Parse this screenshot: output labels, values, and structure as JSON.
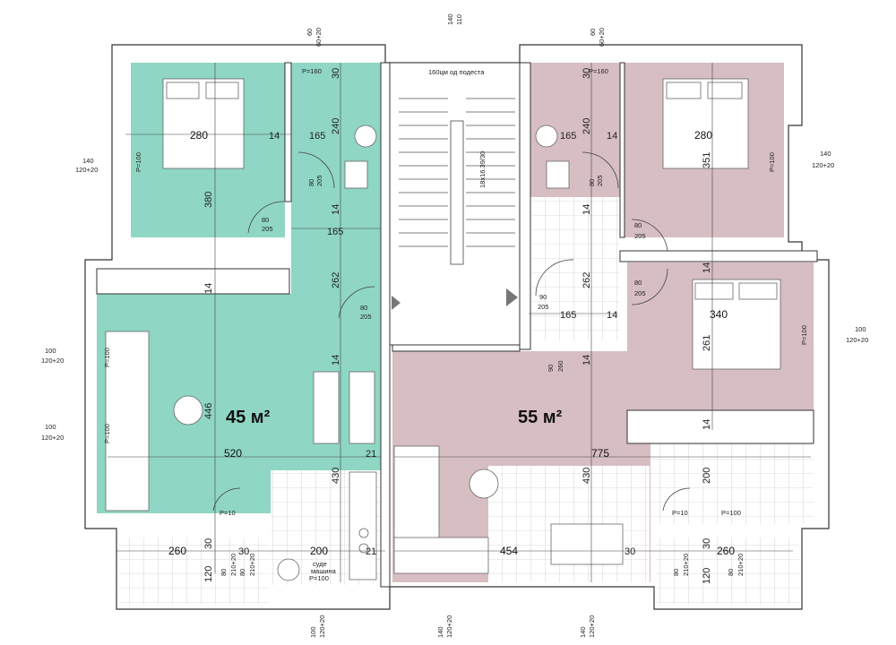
{
  "colors": {
    "apartment_left": "#8fd6c4",
    "apartment_right": "#d7bec2",
    "wall": "#ffffff",
    "outline": "#333333"
  },
  "areas": {
    "left": "45 м²",
    "right": "55 м²"
  },
  "stair": {
    "note": "160цм од подеста",
    "steps": "18x16.39/30"
  },
  "labels": {
    "sudo": "суде",
    "sudo2": "машина",
    "p100_bottom": "P=100",
    "p160_left": "P=160",
    "p160_right": "P=160",
    "p10_left": "P=10",
    "p10_right": "P=10",
    "p100_right_balcony": "P=100",
    "p100_left_bed": "P=100",
    "p100_right_bed": "P=100",
    "p100_liv1": "P=100",
    "p100_liv2": "P=100",
    "p100_room3": "P=100"
  },
  "window_dims": {
    "top_left": [
      "60",
      "60+20"
    ],
    "top_mid": [
      "140",
      "110"
    ],
    "top_right": [
      "60",
      "60+20"
    ],
    "left_upper": [
      "140",
      "120+20"
    ],
    "left_mid": [
      "100",
      "120+20"
    ],
    "left_low": [
      "100",
      "120+20"
    ],
    "right_upper": [
      "140",
      "120+20"
    ],
    "right_mid": [
      "100",
      "120+20"
    ],
    "bottom_left": [
      "100",
      "120+20"
    ],
    "bottom_mid": [
      "140",
      "120+20"
    ],
    "bottom_right": [
      "140",
      "120+20"
    ]
  },
  "doors": {
    "bath_left": [
      "80",
      "205"
    ],
    "bed_left": [
      "80",
      "205"
    ],
    "entry_left": [
      "80",
      "205"
    ],
    "bath_right": [
      "80",
      "205"
    ],
    "bed_right": [
      "80",
      "205"
    ],
    "room3": [
      "80",
      "205"
    ],
    "entry_right": [
      "90",
      "205"
    ],
    "liv_right": [
      "90",
      "260"
    ],
    "balc_left": [
      "80",
      "210+20"
    ],
    "balc_right": [
      "80",
      "210+20"
    ],
    "balc_left2": [
      "80",
      "210+20"
    ],
    "balc_right2": [
      "80",
      "210+20"
    ]
  },
  "dimensions": {
    "d280_l": "280",
    "d14_a": "14",
    "d165_a": "165",
    "d240_l": "240",
    "d30_l": "30",
    "d380": "380",
    "d14_b": "14",
    "d165_b": "165",
    "d262_l": "262",
    "d14_c": "14",
    "d446": "446",
    "d14_d": "14",
    "d520": "520",
    "d21_a": "21",
    "d430_l": "430",
    "d260_l": "260",
    "d30_a": "30",
    "d30_b": "30",
    "d200_l": "200",
    "d21_b": "21",
    "d120_l": "120",
    "d30_r": "30",
    "d240_r": "240",
    "d165_r": "165",
    "d14_r1": "14",
    "d280_r": "280",
    "d351": "351",
    "d14_r2": "14",
    "d262_r": "262",
    "d165_r2": "165",
    "d14_r3": "14",
    "d14_r4": "14",
    "d340": "340",
    "d261": "261",
    "d14_r5": "14",
    "d14_r6": "14",
    "d775": "775",
    "d430_r": "430",
    "d200_r": "200",
    "d454": "454",
    "d30_r2": "30",
    "d30_r3": "30",
    "d260_r": "260",
    "d120_r": "120"
  }
}
